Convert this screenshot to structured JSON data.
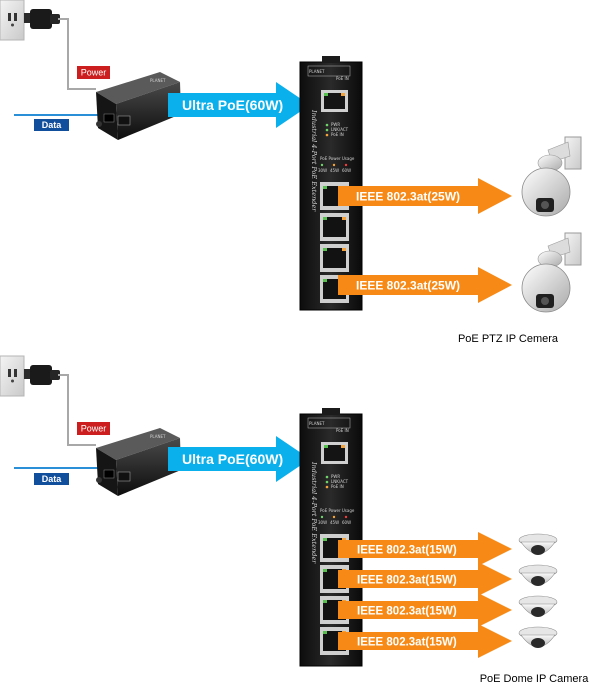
{
  "panels": [
    {
      "power_label": "Power",
      "data_label": "Data",
      "uplink_label": "Ultra PoE(60W)",
      "output_labels": [
        "IEEE 802.3at(25W)",
        "IEEE 802.3at(25W)"
      ],
      "camera_type": "ptz",
      "caption": "PoE PTZ IP Cemera"
    },
    {
      "power_label": "Power",
      "data_label": "Data",
      "uplink_label": "Ultra PoE(60W)",
      "output_labels": [
        "IEEE 802.3at(15W)",
        "IEEE 802.3at(15W)",
        "IEEE 802.3at(15W)",
        "IEEE 802.3at(15W)"
      ],
      "camera_type": "dome",
      "caption": "PoE Dome IP Camera"
    }
  ],
  "device": {
    "brand": "PLANET",
    "vertical_text": "Industrial 4-Port PoE Extender",
    "top_port_tag": "PoE IN",
    "led_labels": [
      "PWR",
      "LNK/ACT",
      "PoE IN"
    ],
    "usage_label": "PoE Power Usage",
    "usage_scale": [
      "30W",
      "45W",
      "60W"
    ]
  },
  "colors": {
    "arrow_blue": "#0ab0ec",
    "arrow_orange": "#f78a16",
    "power_label_bg": "#cc1e1e",
    "data_label_bg": "#114e9c",
    "cable_blue": "#2a8fd6"
  }
}
